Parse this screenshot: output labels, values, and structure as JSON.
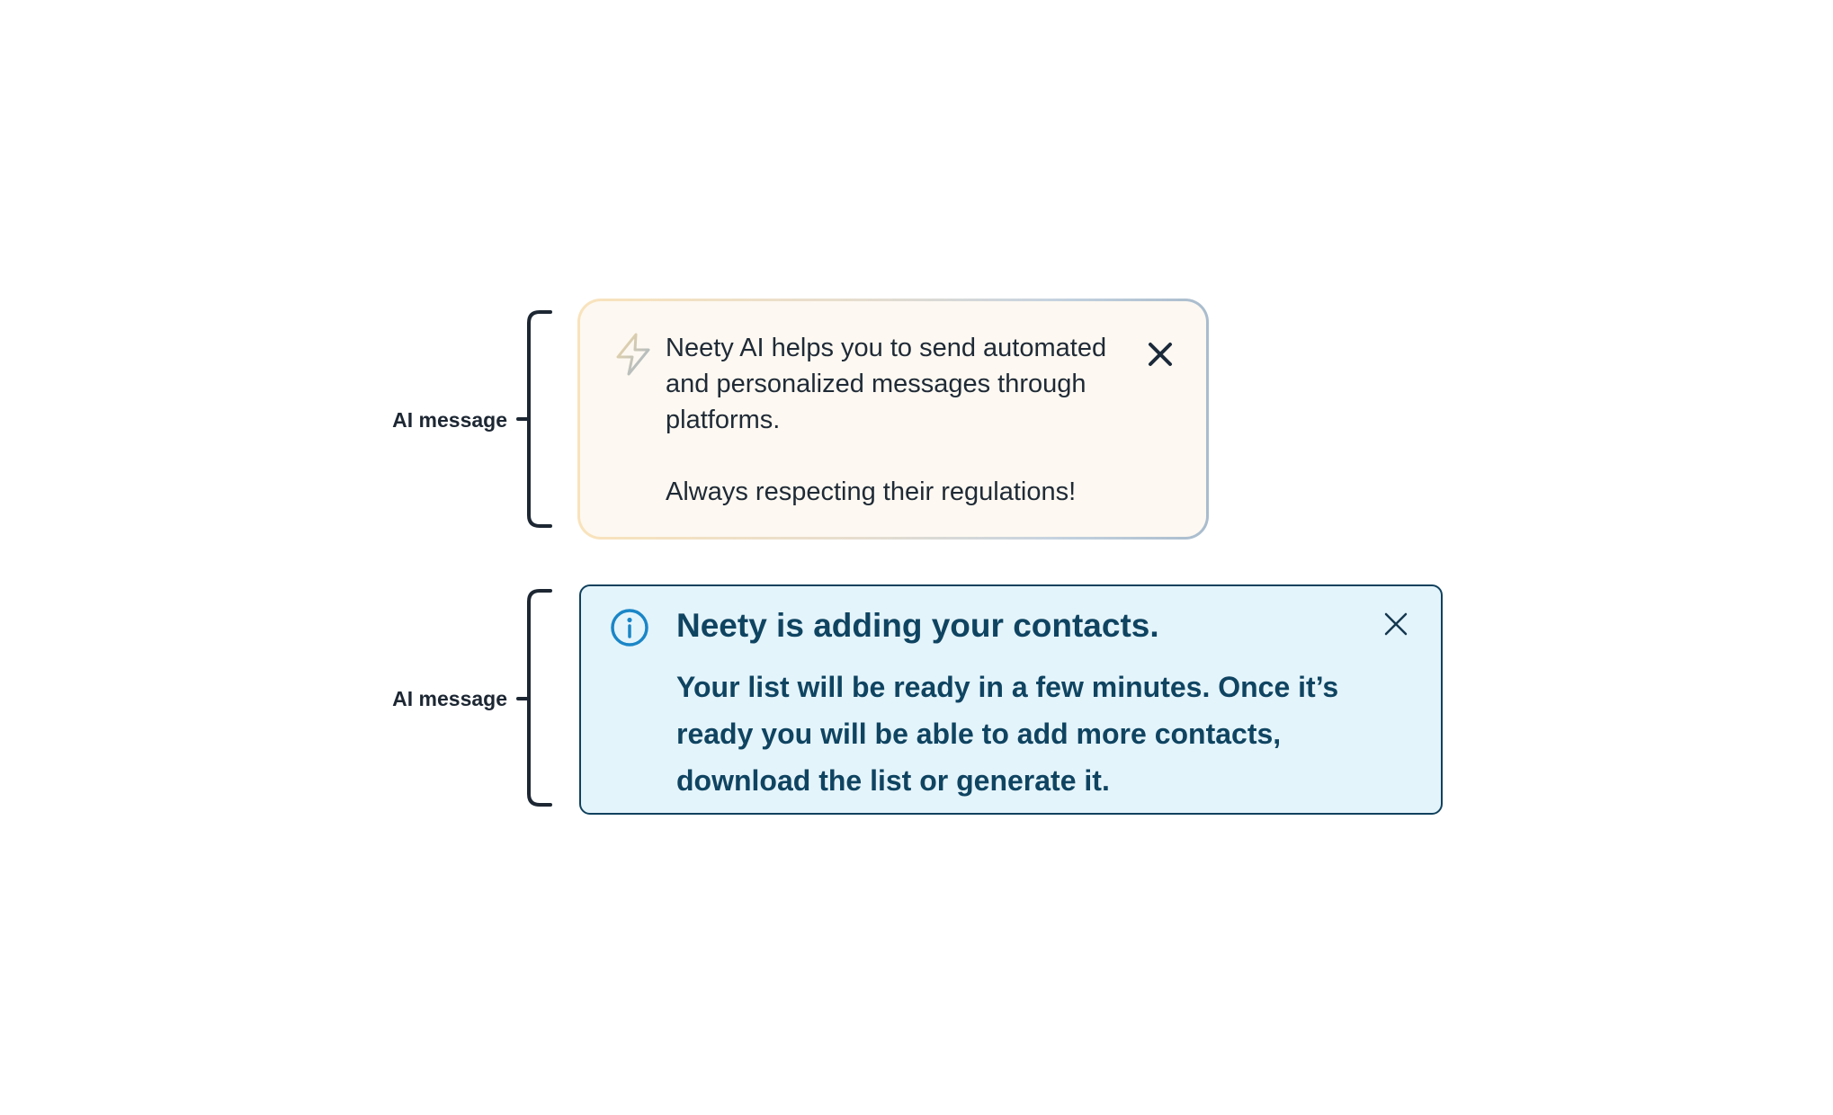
{
  "annotations": [
    {
      "label": "AI message"
    },
    {
      "label": "AI message"
    }
  ],
  "ai_card": {
    "icon": "lightning-bolt-icon",
    "paragraph_1": "Neety AI helps you to send automated and personalized messages through platforms.",
    "paragraph_2": "Always respecting their regulations!",
    "close_icon": "close-icon",
    "colors": {
      "background": "#fdf8f1",
      "border_start": "#f9e3bc",
      "border_end": "#a9bccd",
      "text": "#1f2a36"
    }
  },
  "info_card": {
    "icon": "info-icon",
    "title": "Neety is adding your contacts.",
    "body": "Your list will be ready in a few minutes. Once it’s ready you will be able to add more contacts, download the list or generate it.",
    "close_icon": "close-icon",
    "colors": {
      "background": "#e4f4fb",
      "border": "#10415d",
      "text": "#0f4461",
      "icon": "#1a86c7"
    }
  }
}
